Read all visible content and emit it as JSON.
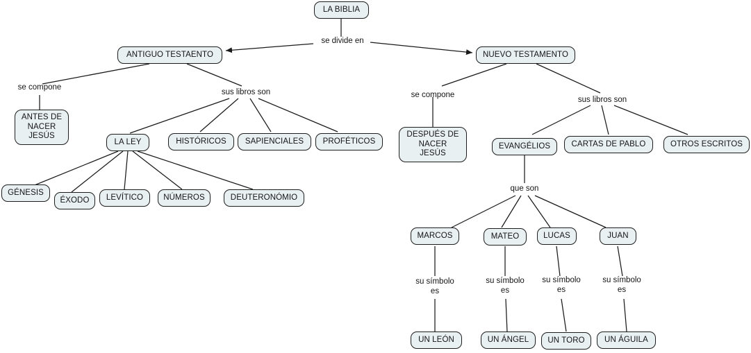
{
  "map": {
    "title": "LA BIBLIA",
    "style": {
      "node_fill": "#e9f0f2",
      "node_border": "#1d1d1d",
      "edge_color": "#1a1a1a",
      "background": "#ffffff",
      "text_color": "#141414"
    }
  },
  "nodes": {
    "root": "LA BIBLIA",
    "old_testament": "ANTIGUO TESTAENTO",
    "new_testament": "NUEVO TESTAMENTO",
    "before_jesus": "ANTES DE\nNACER\nJESÚS",
    "after_jesus": "DESPUÉS DE\nNACER\nJESÚS",
    "la_ley": "LA LEY",
    "historicos": "HISTÓRICOS",
    "sapienciales": "SAPIENCIALES",
    "profeticos": "PROFÉTICOS",
    "genesis": "GÉNESIS",
    "exodo": "ÉXODO",
    "levitico": "LEVÍTICO",
    "numeros": "NÚMEROS",
    "deuteronomio": "DEUTERONÓMIO",
    "evangelios": "EVANGÉLIOS",
    "cartas_pablo": "CARTAS DE PABLO",
    "otros_escritos": "OTROS ESCRITOS",
    "marcos": "MARCOS",
    "mateo": "MATEO",
    "lucas": "LUCAS",
    "juan": "JUAN",
    "leon": "UN LEÓN",
    "angel": "UN ÁNGEL",
    "toro": "UN TORO",
    "aguila": "UN ÁGUILA"
  },
  "link_labels": {
    "se_divide_en": "se divide en",
    "se_compone_ot": "se compone",
    "sus_libros_son_ot": "sus libros son",
    "se_compone_nt": "se compone",
    "sus_libros_son_nt": "sus libros son",
    "que_son": "que son",
    "simbolo_marcos": "su símbolo\nes",
    "simbolo_mateo": "su símbolo\nes",
    "simbolo_lucas": "su símbolo\nes",
    "simbolo_juan": "su símbolo\nes"
  }
}
